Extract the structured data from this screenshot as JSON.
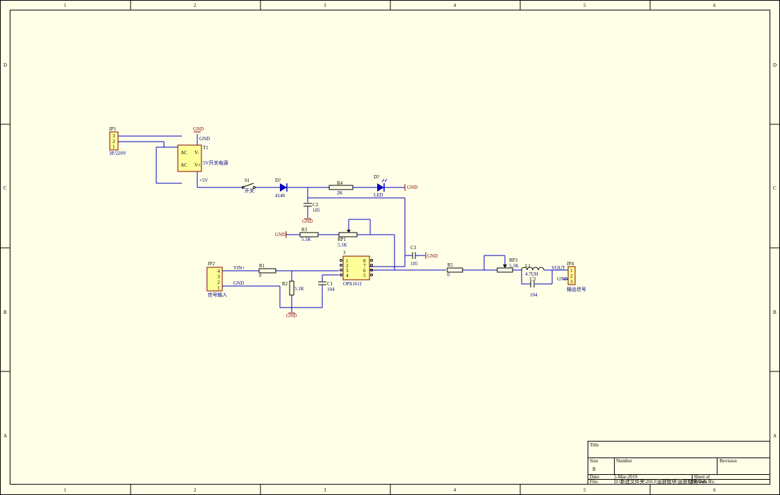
{
  "border": {
    "columns": [
      "1",
      "2",
      "3",
      "4",
      "5",
      "6"
    ],
    "rows": [
      "D",
      "C",
      "B",
      "A"
    ]
  },
  "components": {
    "jp1": {
      "ref": "JP1",
      "value": "3P/220V",
      "pins": [
        "3",
        "2",
        "1"
      ]
    },
    "t1": {
      "ref": "T1",
      "value": "5V开关电源",
      "pins": [
        "AC",
        "AC",
        "V-",
        "V+"
      ],
      "gnd": "GND",
      "pwr": "+5V"
    },
    "s1": {
      "ref": "S1",
      "value": "开关"
    },
    "d_1": {
      "ref": "D?",
      "value": "4148"
    },
    "r4": {
      "ref": "R4",
      "value": "2K"
    },
    "d_2": {
      "ref": "D?",
      "value": "LED"
    },
    "c2": {
      "ref": "C2",
      "value": "105"
    },
    "r3": {
      "ref": "R3",
      "value": "5.1K"
    },
    "rp1": {
      "ref": "RP1",
      "value": "5.1K"
    },
    "c3a": {
      "ref": "C3",
      "value": "105"
    },
    "jp2": {
      "ref": "JP2",
      "value": "信号输入",
      "pins": [
        "4",
        "3",
        "2",
        "1"
      ]
    },
    "r1": {
      "ref": "R1",
      "value": "0"
    },
    "r2": {
      "ref": "R2",
      "value": "5.1K"
    },
    "c1": {
      "ref": "C1",
      "value": "104"
    },
    "u1": {
      "ref": "",
      "value": "OPA1611",
      "pins_left": [
        "1",
        "2",
        "3",
        "4"
      ],
      "pins_right": [
        "8",
        "7",
        "6",
        "5"
      ]
    },
    "r5": {
      "ref": "R5",
      "value": "0"
    },
    "rp3": {
      "ref": "RP3",
      "value": "5.1K"
    },
    "l1": {
      "ref": "L1",
      "value": "4.7UH"
    },
    "c3b": {
      "ref": "C3",
      "value": "104"
    },
    "jp4": {
      "ref": "JP4",
      "value": "输出信号",
      "pins": [
        "1",
        "2",
        "3"
      ]
    }
  },
  "nets": {
    "gnd": "GND",
    "vin": "VIN+",
    "vout": "VOUT"
  },
  "title_block": {
    "title_label": "Title",
    "size_label": "Size",
    "size_value": "B",
    "number_label": "Number",
    "revision_label": "Revision",
    "date_label": "Date:",
    "date_value": "5-Mar-2019",
    "file_label": "File:",
    "file_value": "D:\\新建文件夹\\2013\\运放模块\\运放模块.Ddb",
    "sheet_label": "Sheet    of",
    "drawn_label": "Drawn By:"
  }
}
